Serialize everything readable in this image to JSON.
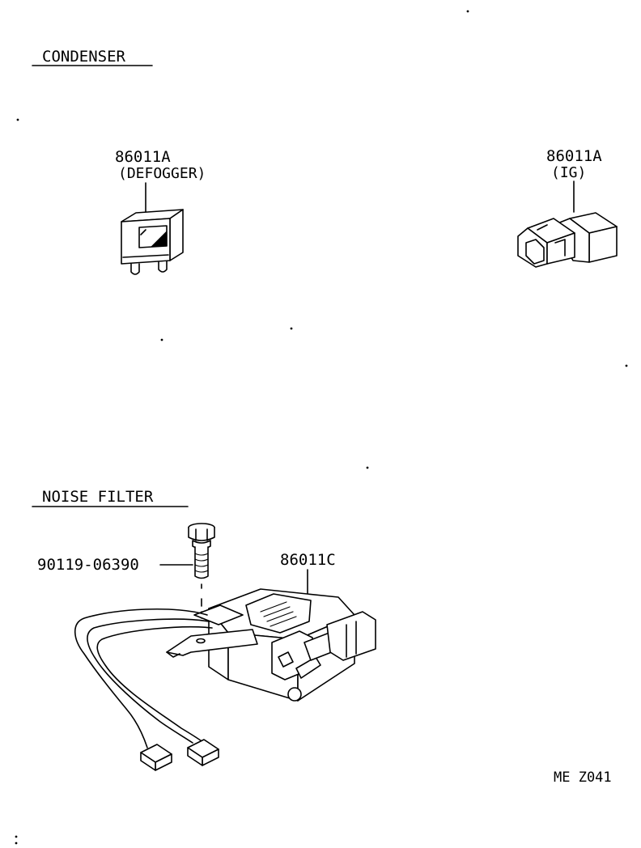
{
  "sections": {
    "condenser": {
      "title": "CONDENSER"
    },
    "noise_filter": {
      "title": "NOISE FILTER"
    }
  },
  "parts": {
    "defogger": {
      "number": "86011A",
      "note": "(DEFOGGER)"
    },
    "ig": {
      "number": "86011A",
      "note": "(IG)"
    },
    "bolt": {
      "number": "90119-06390"
    },
    "filter": {
      "number": "86011C"
    }
  },
  "figure_code": "ME Z041"
}
